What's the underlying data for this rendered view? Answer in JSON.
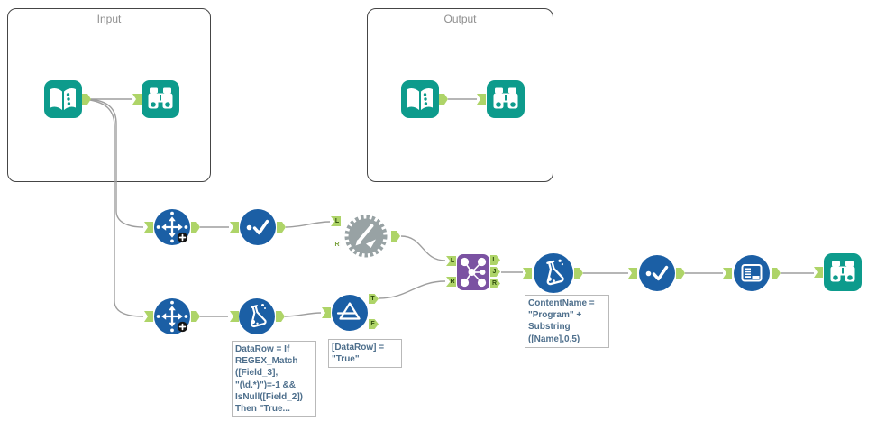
{
  "containers": {
    "input": {
      "label": "Input"
    },
    "output": {
      "label": "Output"
    }
  },
  "letters": {
    "L": "L",
    "R": "R",
    "J": "J",
    "T": "T",
    "F": "F"
  },
  "annotations": {
    "formula1": "DataRow = If\nREGEX_Match\n([Field_3],\n\"(\\d.*)\")=-1 &&\nIsNull([Field_2])\nThen \"True...",
    "filter": "[DataRow] =\n\"True\"",
    "formula2": "ContentName =\n\"Program\" +\nSubstring\n([Name],0,5)"
  },
  "tools": [
    {
      "id": "input-data",
      "icon": "open-book-icon",
      "color": "#0d9b8c"
    },
    {
      "id": "browse-input",
      "icon": "binoculars-icon",
      "color": "#0d9b8c"
    },
    {
      "id": "output-data",
      "icon": "open-book-icon",
      "color": "#0d9b8c"
    },
    {
      "id": "browse-output",
      "icon": "binoculars-icon",
      "color": "#0d9b8c"
    },
    {
      "id": "arrows-1",
      "icon": "move-arrows-plus-icon",
      "color": "#1b5fa5"
    },
    {
      "id": "unique-1",
      "icon": "dot-check-icon",
      "color": "#1b5fa5"
    },
    {
      "id": "dynamic-rename",
      "icon": "gear-pencil-icon",
      "color": "#98a2a4",
      "inputs": [
        "L",
        "R"
      ]
    },
    {
      "id": "arrows-2",
      "icon": "move-arrows-plus-icon",
      "color": "#1b5fa5"
    },
    {
      "id": "formula-1",
      "icon": "flask-icon",
      "color": "#1b5fa5"
    },
    {
      "id": "filter",
      "icon": "funnel-icon",
      "color": "#1b5fa5",
      "outputs": [
        "T",
        "F"
      ]
    },
    {
      "id": "join",
      "icon": "network-icon",
      "color": "#7b52a2",
      "inputs": [
        "L",
        "R"
      ],
      "outputs": [
        "L",
        "J",
        "R"
      ]
    },
    {
      "id": "formula-2",
      "icon": "flask-icon",
      "color": "#1b5fa5"
    },
    {
      "id": "unique-2",
      "icon": "dot-check-icon",
      "color": "#1b5fa5"
    },
    {
      "id": "table",
      "icon": "report-table-icon",
      "color": "#1b5fa5"
    },
    {
      "id": "browse-final",
      "icon": "binoculars-icon",
      "color": "#0d9b8c"
    }
  ],
  "connections": [
    {
      "from": "input-data",
      "to": "browse-input"
    },
    {
      "from": "input-data",
      "to": "arrows-1"
    },
    {
      "from": "input-data",
      "to": "arrows-2"
    },
    {
      "from": "output-data",
      "to": "browse-output"
    },
    {
      "from": "arrows-1",
      "to": "unique-1"
    },
    {
      "from": "unique-1",
      "to": "dynamic-rename:L"
    },
    {
      "from": "dynamic-rename",
      "to": "join:L"
    },
    {
      "from": "arrows-2",
      "to": "formula-1"
    },
    {
      "from": "formula-1",
      "to": "filter"
    },
    {
      "from": "filter:T",
      "to": "join:R"
    },
    {
      "from": "join:J",
      "to": "formula-2"
    },
    {
      "from": "formula-2",
      "to": "unique-2"
    },
    {
      "from": "unique-2",
      "to": "table"
    },
    {
      "from": "table",
      "to": "browse-final"
    }
  ],
  "colors": {
    "teal": "#0d9b8c",
    "blue": "#1b5fa5",
    "purple": "#7b52a2",
    "tool_gray": "#98a2a4",
    "anchor_green": "#aed468",
    "wire": "#9e9e9e",
    "annotation_text": "#4e6f8c"
  }
}
